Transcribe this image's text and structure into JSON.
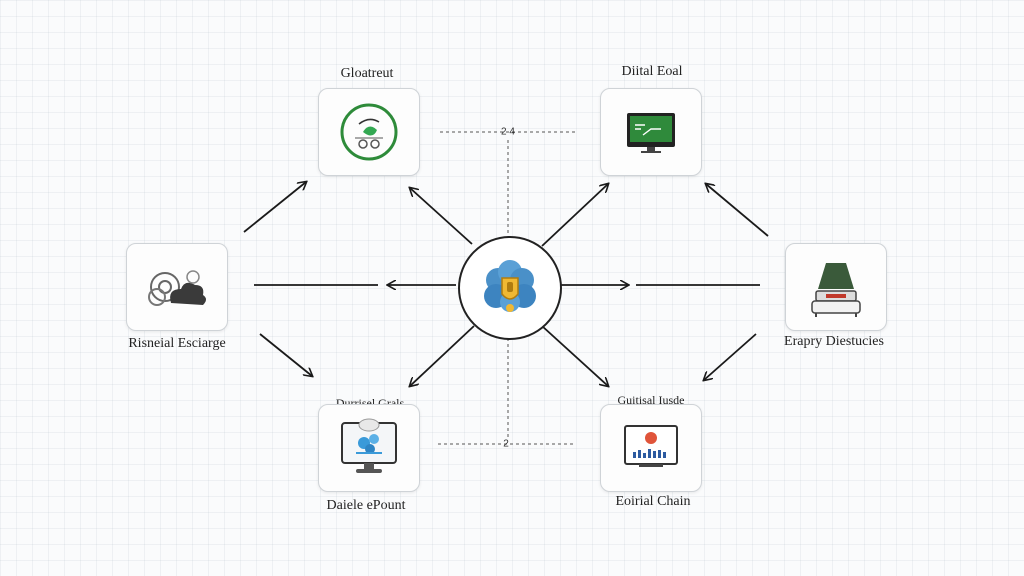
{
  "diagram": {
    "hub": {
      "icon": "cloud-shield-icon"
    },
    "nodes": [
      {
        "id": "top-left",
        "label": "Gloatreut",
        "icon": "leaf-shield-icon"
      },
      {
        "id": "top-right",
        "label": "Diital Eoal",
        "icon": "monitor-chart-icon"
      },
      {
        "id": "mid-left",
        "label": "Risneial Esciarge",
        "icon": "cloud-gears-icon"
      },
      {
        "id": "mid-right",
        "label": "Erapry Diestucies",
        "icon": "lamp-device-icon"
      },
      {
        "id": "bottom-left",
        "label": "Daiele ePount",
        "top_label": "Durrisel Grals",
        "icon": "monitor-network-icon"
      },
      {
        "id": "bottom-right",
        "label": "Eoirial Chain",
        "top_label": "Guitisal Iusde",
        "icon": "presentation-chart-icon"
      }
    ],
    "connector_labels": {
      "top": "2 4",
      "bottom": "2"
    }
  }
}
